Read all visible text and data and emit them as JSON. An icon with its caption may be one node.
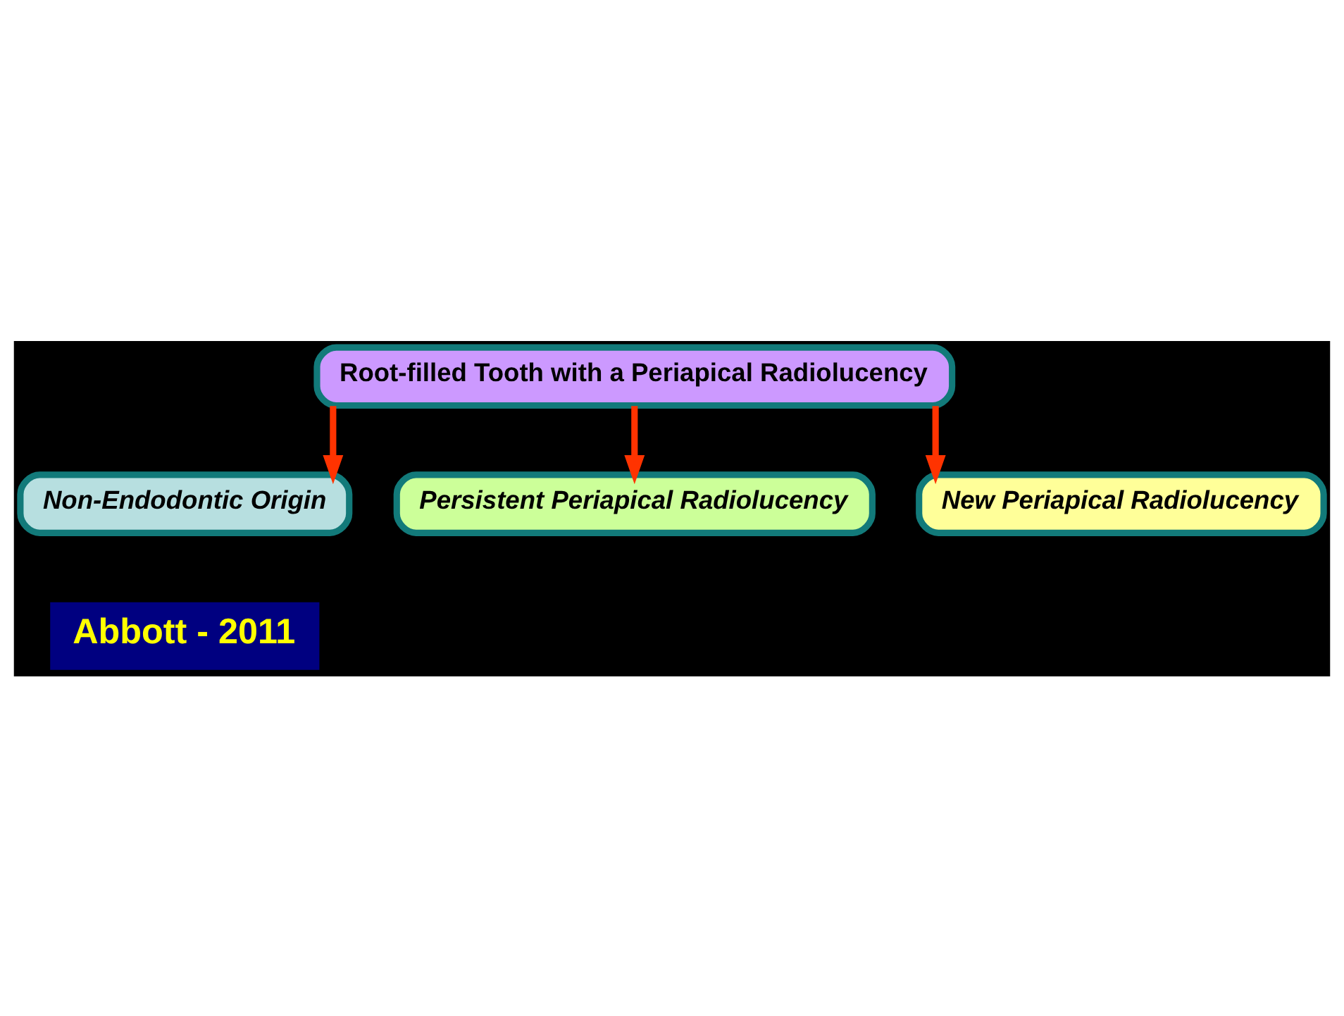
{
  "diagram": {
    "nodes": [
      {
        "text": [
          "Root-filled Tooth with a Periapical Radiolucency"
        ]
      },
      {
        "text": [
          "Non-Endodontic Origin"
        ]
      },
      {
        "text": [
          "Persistent Periapical Radiolucency"
        ]
      },
      {
        "text": [
          "New Periapical Radiolucency"
        ]
      }
    ],
    "edges": [
      {
        "from": 0,
        "to": 1,
        "arrow": "to"
      },
      {
        "from": 0,
        "to": 2,
        "arrow": "to"
      },
      {
        "from": 0,
        "to": 3,
        "arrow": "to"
      }
    ],
    "labels": [
      "Abbott - 2011"
    ]
  }
}
